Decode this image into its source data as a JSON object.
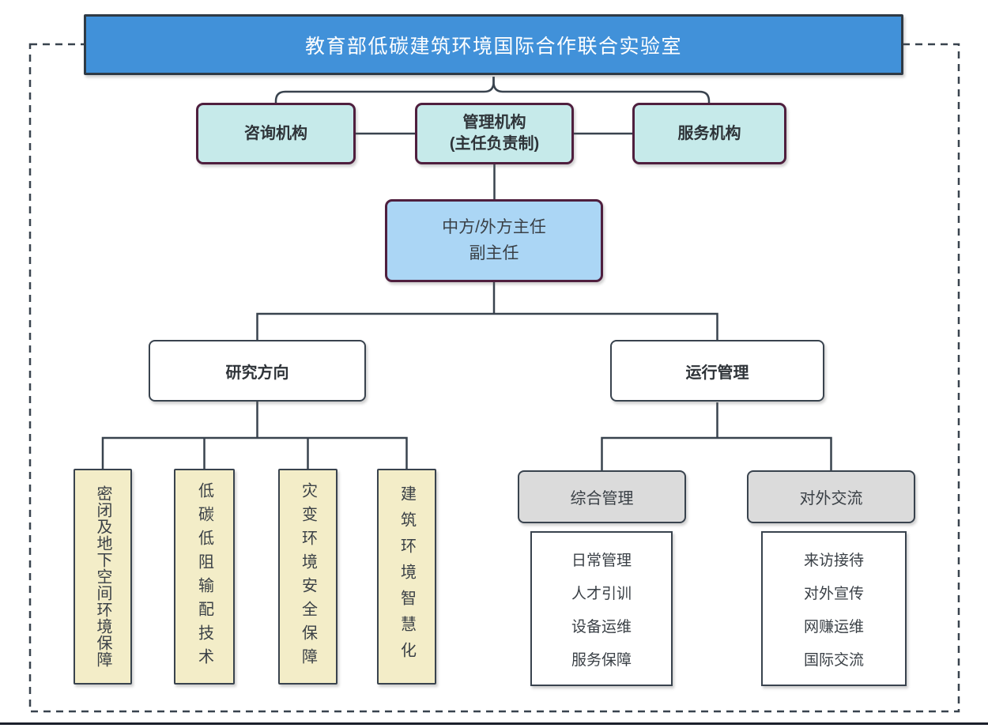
{
  "org": {
    "title": "教育部低碳建筑环境国际合作联合实验室",
    "agencies": {
      "consulting": "咨询机构",
      "management_line1": "管理机构",
      "management_line2": "(主任负责制)",
      "service": "服务机构"
    },
    "directors": {
      "line1": "中方/外方主任",
      "line2": "副主任"
    },
    "research": {
      "label": "研究方向",
      "areas": [
        "密闭及地下空间环境保障",
        "低碳低阻输配技术",
        "灾变环境安全保障",
        "建筑环境智慧化"
      ]
    },
    "operation": {
      "label": "运行管理",
      "groups": [
        {
          "label": "综合管理",
          "items": [
            "日常管理",
            "人才引训",
            "设备运维",
            "服务保障"
          ]
        },
        {
          "label": "对外交流",
          "items": [
            "来访接待",
            "对外宣传",
            "网赚运维",
            "国际交流"
          ]
        }
      ]
    },
    "colors": {
      "title_fill": "#4191d9",
      "title_border": "#2f3a45",
      "agency_fill": "#c6eaea",
      "agency_border": "#4f1f3e",
      "director_fill": "#abd6f5",
      "research_area_fill": "#f3edc8",
      "group_head_fill": "#dbdbdb",
      "line": "#39434e",
      "bottom_rule": "#1b202b"
    }
  }
}
